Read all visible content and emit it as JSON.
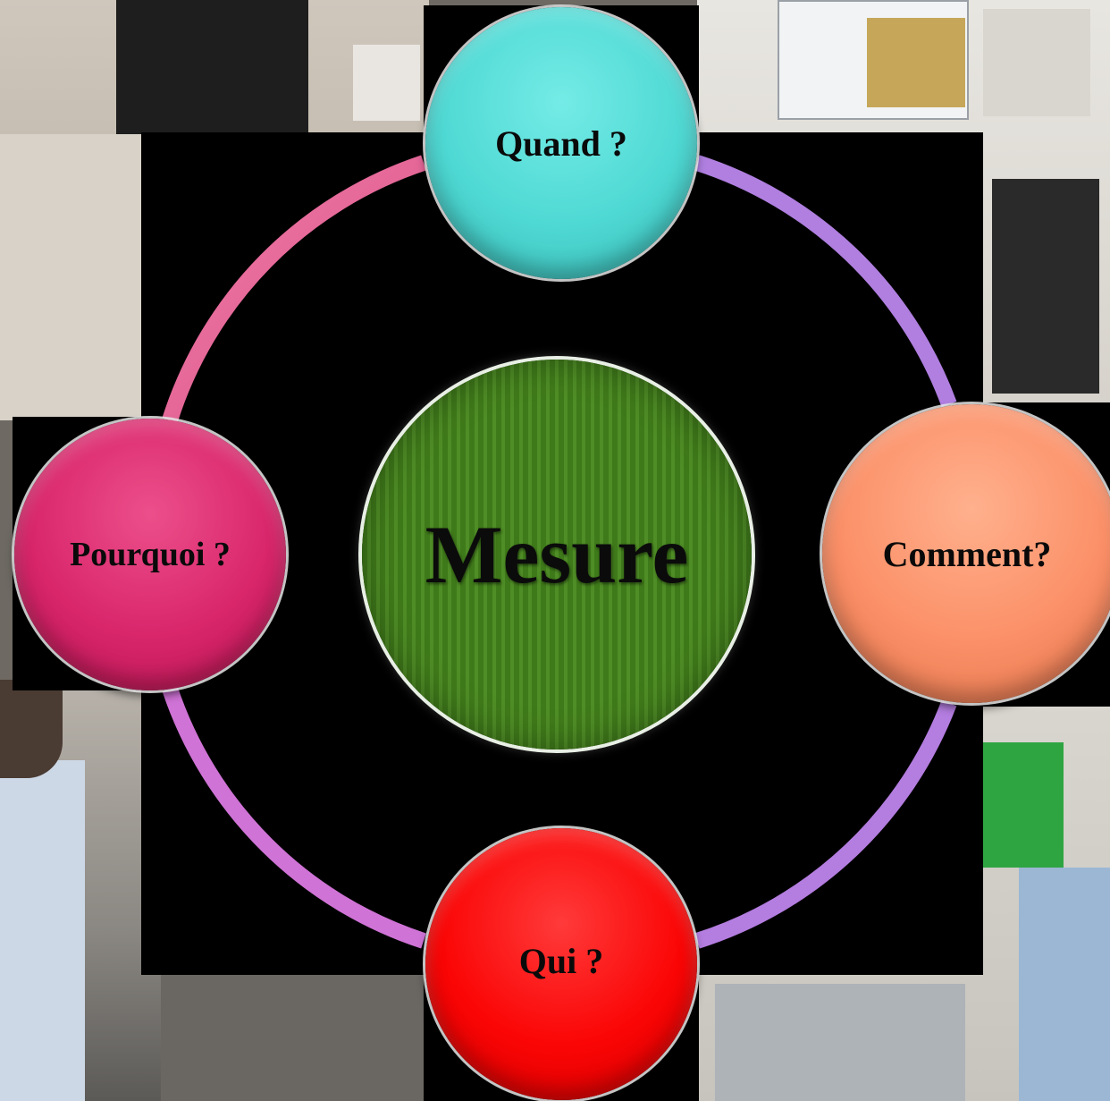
{
  "center": {
    "label": "Mesure",
    "color": "#4a8a22"
  },
  "nodes": [
    {
      "id": "quand",
      "label": "Quand ?",
      "color": "#4fd9d4"
    },
    {
      "id": "comment",
      "label": "Comment?",
      "color": "#fb9068"
    },
    {
      "id": "qui",
      "label": "Qui ?",
      "color": "#fb0505"
    },
    {
      "id": "pourquoi",
      "label": "Pourquoi ?",
      "color": "#d9266b"
    }
  ],
  "ring_colors": {
    "pink": "#e9689a",
    "purple": "#b07fe0",
    "magenta": "#cf73d6"
  }
}
